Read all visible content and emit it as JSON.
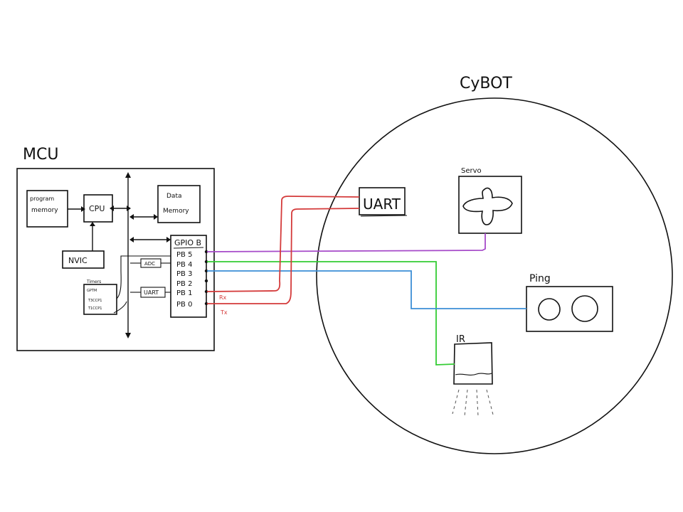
{
  "mcu": {
    "title": "MCU",
    "program_memory_line1": "program",
    "program_memory_line2": "memory",
    "cpu": "CPU",
    "nvic": "NVIC",
    "data_memory_line1": "Data",
    "data_memory_line2": "Memory",
    "adc": "ADC",
    "uart": "UART",
    "timers_title": "Timers",
    "timers_line1": "GPTM",
    "timers_line2": "T3CCP1",
    "timers_line3": "T1CCP1",
    "gpio_title": "GPIO B",
    "pins": [
      "PB 5",
      "PB 4",
      "PB 3",
      "PB 2",
      "PB 1",
      "PB 0"
    ],
    "rx": "Rx",
    "tx": "Tx"
  },
  "cybot": {
    "title": "CyBOT",
    "uart": "UART",
    "servo": "Servo",
    "ping": "Ping",
    "ir": "IR"
  },
  "colors": {
    "servo_wire": "#a64ac9",
    "ir_wire": "#33cc33",
    "ping_wire": "#3d8fd6",
    "uart_wire": "#d43a3a"
  }
}
